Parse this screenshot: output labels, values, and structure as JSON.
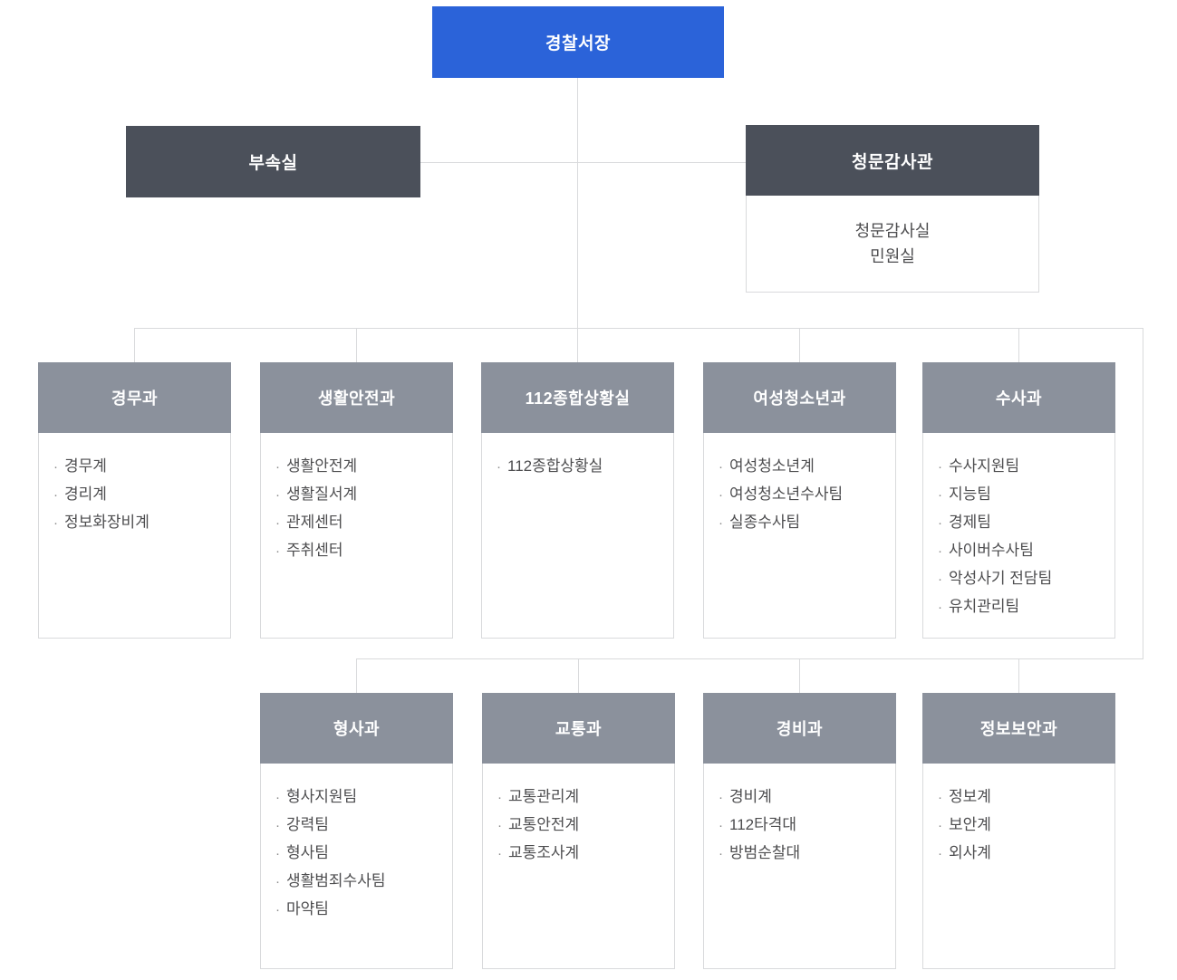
{
  "org": {
    "root": {
      "label": "경찰서장"
    },
    "staff_left": {
      "label": "부속실"
    },
    "staff_right": {
      "label": "청문감사관",
      "items": [
        "청문감사실",
        "민원실"
      ]
    },
    "row1": [
      {
        "title": "경무과",
        "items": [
          "경무계",
          "경리계",
          "정보화장비계"
        ]
      },
      {
        "title": "생활안전과",
        "items": [
          "생활안전계",
          "생활질서계",
          "관제센터",
          "주취센터"
        ]
      },
      {
        "title": "112종합상황실",
        "items": [
          "112종합상황실"
        ]
      },
      {
        "title": "여성청소년과",
        "items": [
          "여성청소년계",
          "여성청소년수사팀",
          "실종수사팀"
        ]
      },
      {
        "title": "수사과",
        "items": [
          "수사지원팀",
          "지능팀",
          "경제팀",
          "사이버수사팀",
          "악성사기 전담팀",
          "유치관리팀"
        ]
      }
    ],
    "row2": [
      {
        "title": "형사과",
        "items": [
          "형사지원팀",
          "강력팀",
          "형사팀",
          "생활범죄수사팀",
          "마약팀"
        ]
      },
      {
        "title": "교통과",
        "items": [
          "교통관리계",
          "교통안전계",
          "교통조사계"
        ]
      },
      {
        "title": "경비과",
        "items": [
          "경비계",
          "112타격대",
          "방범순찰대"
        ]
      },
      {
        "title": "정보보안과",
        "items": [
          "정보계",
          "보안계",
          "외사계"
        ]
      }
    ],
    "colors": {
      "root_blue": "#2b63d9",
      "staff_dark": "#4b505a",
      "dept_gray": "#8b919c",
      "line_gray": "#d9dadc"
    }
  }
}
